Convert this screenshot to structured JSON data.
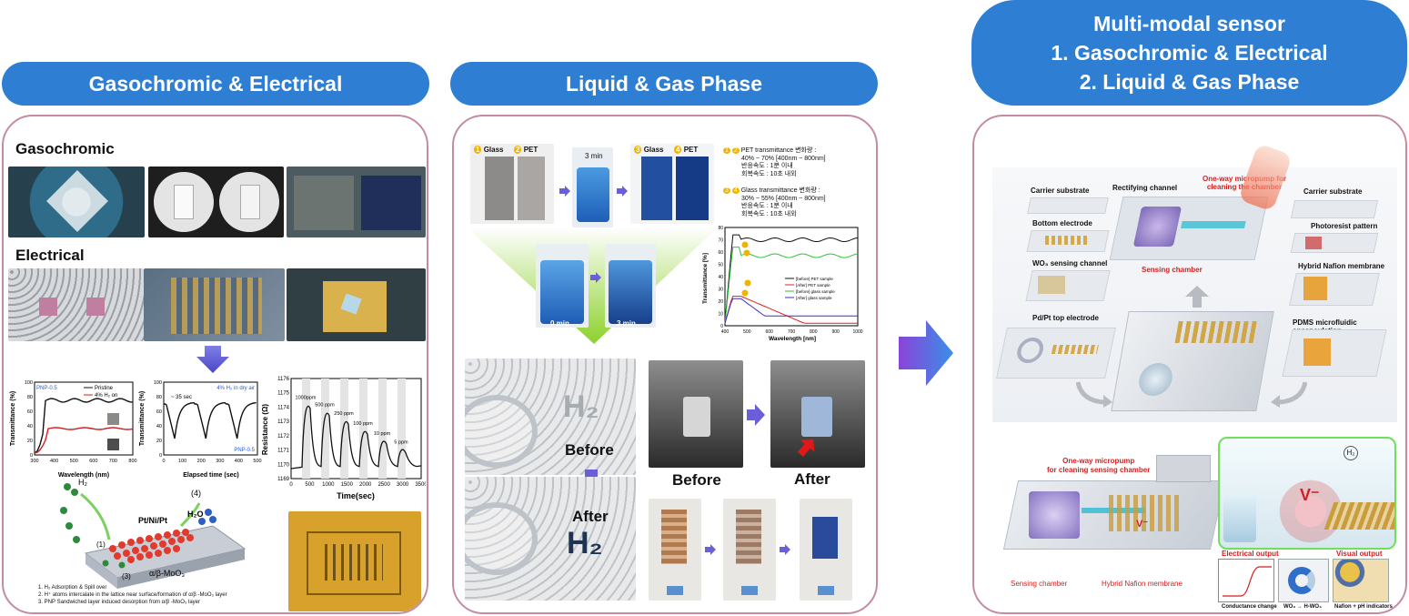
{
  "headers": {
    "gaso_elec": "Gasochromic & Electrical",
    "liquid_gas": "Liquid & Gas Phase",
    "multi_line1": "Multi-modal sensor",
    "multi_line2": "1. Gasochromic & Electrical",
    "multi_line3": "2. Liquid & Gas Phase"
  },
  "panel_a": {
    "gasochromic_label": "Gasochromic",
    "electrical_label": "Electrical",
    "chart1": {
      "tag": "PNP-0.5",
      "legend1": "Pristine",
      "legend2": "4% H₂ on",
      "ylabel": "Transmittance (%)",
      "xlabel": "Wavelength (nm)",
      "xticks": [
        "300",
        "400",
        "500",
        "600",
        "700",
        "800"
      ],
      "yticks": [
        "0",
        "20",
        "40",
        "60",
        "80",
        "100"
      ]
    },
    "chart2": {
      "note": "4% H₂ in dry air",
      "tag": "PNP-0.5",
      "annot": "~ 35 sec",
      "ylabel": "Transmittance (%)",
      "xlabel": "Elapsed time (sec)",
      "xticks": [
        "0",
        "100",
        "200",
        "300",
        "400",
        "500"
      ],
      "yticks": [
        "0",
        "20",
        "40",
        "60",
        "80",
        "100"
      ]
    },
    "chart3": {
      "ylabel": "Resistance (Ω)",
      "xlabel": "Time(sec)",
      "yticks": [
        "1169",
        "1170",
        "1171",
        "1172",
        "1173",
        "1174",
        "1175",
        "1176"
      ],
      "xticks": [
        "0",
        "500",
        "1000",
        "1500",
        "2000",
        "2500",
        "3000",
        "3500"
      ],
      "peaks": [
        "1000ppm",
        "500 ppm",
        "250 ppm",
        "100 ppm",
        "10 ppm",
        "5 ppm"
      ]
    },
    "mech": {
      "h2": "H₂",
      "h2o": "H₂O",
      "layer": "Pt/Ni/Pt",
      "oxide": "α/β-MoO₃",
      "n1": "(1)",
      "n3": "(3)",
      "n4": "(4)"
    },
    "notes": [
      "1. H₂ Adsorption & Spill over",
      "2. H⁺ atoms intercalate in the lattice near surface/formation of α/β -MoO₃ layer",
      "3. PNP Sandwiched layer induced desorption from α/β -MoO₃ layer"
    ]
  },
  "panel_b": {
    "glass": "Glass",
    "pet": "PET",
    "three_min_top": "3 min",
    "zero_min": "0 min",
    "three_min": "3 min",
    "n1": "1",
    "n2": "2",
    "n3": "3",
    "n4": "4",
    "pet_info": [
      "PET transmittance 변화량 :",
      "40% ~ 70% [400nm ~ 800nm]",
      "반응속도 : 1분 이내",
      "회복속도 : 10초 내외"
    ],
    "glass_info": [
      "Glass transmittance 변화량 :",
      "30% ~ 55% [400nm ~ 800nm]",
      "반응속도 : 1분 이내",
      "회복속도 : 10초 내외"
    ],
    "chart": {
      "ylabel": "Transmittance [%]",
      "xlabel": "Wavelength [nm]",
      "xticks": [
        "400",
        "500",
        "600",
        "700",
        "800",
        "900",
        "1000"
      ],
      "yticks": [
        "0",
        "10",
        "20",
        "30",
        "40",
        "50",
        "60",
        "70",
        "80"
      ],
      "legend": [
        "[before] PET sample",
        "[After] PET sample",
        "[before] glass sample",
        "[After] glass sample"
      ]
    },
    "h2_text": "H₂",
    "before1": "Before",
    "after1": "After",
    "before2": "Before",
    "after2": "After"
  },
  "panel_c": {
    "carrier_substrate_l": "Carrier substrate",
    "bottom_electrode": "Bottom electrode",
    "wo3_channel": "WO₃ sensing channel",
    "pdpt_electrode": "Pd/Pt top electrode",
    "rectifying": "Rectifying channel",
    "micropump_top": "One-way micropump for cleaning the chamber",
    "sensing_chamber_top": "Sensing chamber",
    "carrier_substrate_r": "Carrier substrate",
    "photoresist": "Photoresist pattern",
    "nafion": "Hybrid Nafion membrane",
    "pdms": "PDMS microfluidic encapsulation",
    "micropump_bottom_1": "One-way micropump",
    "micropump_bottom_2": "for cleaning sensing chamber",
    "v_label": "V⁻",
    "sensing_chamber": "Sensing chamber",
    "hybrid_nafion": "Hybrid Nafion membrane",
    "electrical_output": "Electrical output",
    "visual_output": "Visual output",
    "conductance": "Conductance change",
    "wo3_conv": "WO₃ → H-WO₃",
    "nafion_ph": "Nafion + pH indicators",
    "h2": "H₂"
  },
  "colors": {
    "header_blue": "#2e7fd3",
    "panel_border": "#c48ba3",
    "arrow_purple": "#6a5fd8",
    "arrow_blue": "#3a8fe8"
  }
}
